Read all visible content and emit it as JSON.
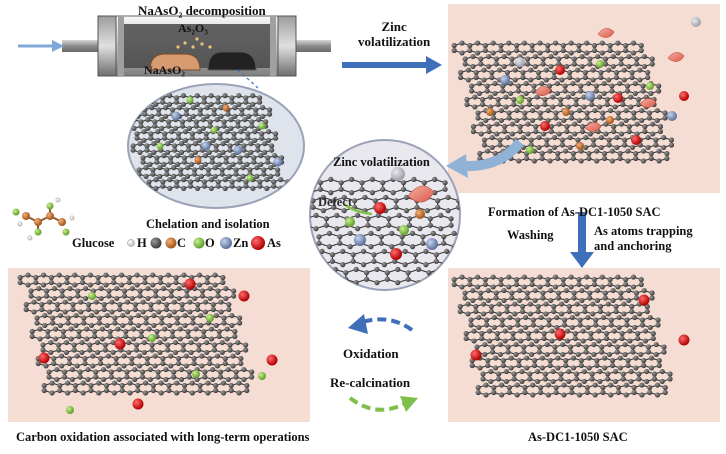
{
  "labels": {
    "decomposition": "NaAsO₂ decomposition",
    "as2o3": "As₂O₃",
    "naaso2": "NaAsO₂",
    "zinc_volatilization_arrow": "Zinc\nvolatilization",
    "zinc_volatilization_circle": "Zinc volatilization",
    "defect": "Defect",
    "chelation": "Chelation and isolation",
    "formation": "Formation of As-DC1-1050 SAC",
    "washing": "Washing",
    "as_trapping": "As atoms trapping\nand anchoring",
    "oxidation": "Oxidation",
    "recalcination": "Re-calcination",
    "carbon_oxidation": "Carbon oxidation associated with long-term operations",
    "final_product": "As-DC1-1050 SAC"
  },
  "legend": [
    {
      "name": "Glucose",
      "type": "molecule"
    },
    {
      "name": "H",
      "color": "#f2f2f2"
    },
    {
      "name": "C",
      "color": "#c8783a"
    },
    {
      "name": "O",
      "color": "#8ccc4a"
    },
    {
      "name": "Zn",
      "color": "#8a9fc4"
    },
    {
      "name": "As",
      "color": "#d81d1d"
    }
  ],
  "colors": {
    "panel_bg": "#f6ddd4",
    "carbon": "#555555",
    "arrow_blue": "#3e6fb8",
    "arrow_green": "#7fbf4a",
    "lens_bg": "#e4e6ef"
  }
}
